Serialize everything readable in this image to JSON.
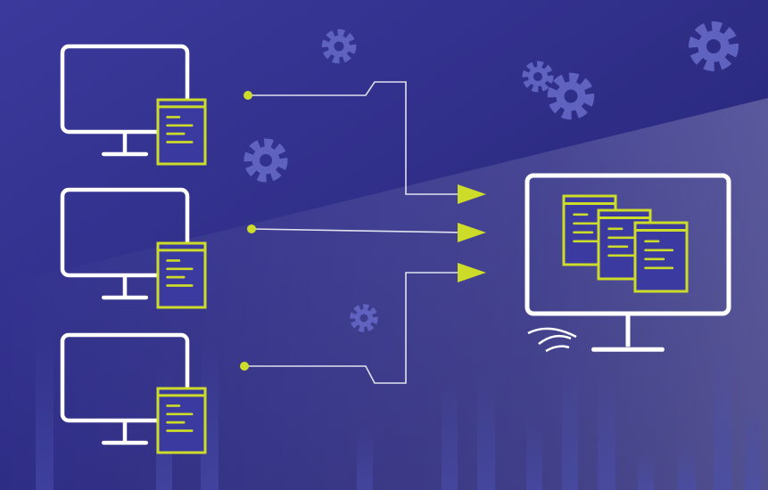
{
  "colors": {
    "background_top": "#3b3d9e",
    "background_bottom": "#24216f",
    "accent": "#cddc28",
    "outline": "#ffffff",
    "document_fill": "#3a3aa0",
    "gear": "#5f63bf",
    "bars": "#3f4397"
  },
  "diagram": {
    "sources": [
      {
        "id": "source-1",
        "documents": 1
      },
      {
        "id": "source-2",
        "documents": 1
      },
      {
        "id": "source-3",
        "documents": 1
      }
    ],
    "target": {
      "id": "target",
      "documents": 3
    },
    "connections": [
      {
        "from": "source-1",
        "to": "target"
      },
      {
        "from": "source-2",
        "to": "target"
      },
      {
        "from": "source-3",
        "to": "target"
      }
    ],
    "icons": [
      "gear-icon",
      "gear-icon",
      "gear-icon",
      "gear-icon",
      "gear-icon",
      "logo-mark"
    ]
  }
}
